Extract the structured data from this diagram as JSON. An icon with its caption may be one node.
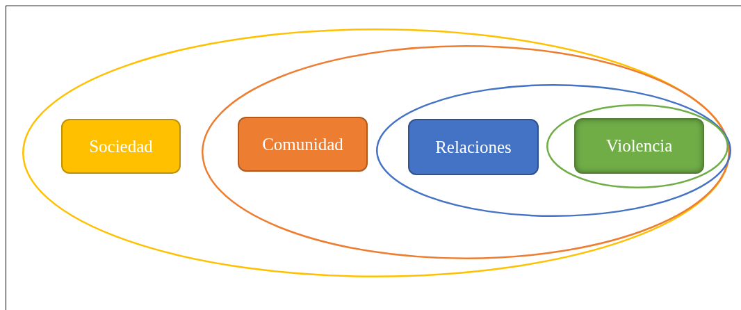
{
  "diagram": {
    "nodes": [
      {
        "text": [],
        "shape": "ellipse"
      },
      {
        "text": [
          "Sociedad"
        ],
        "in": 0
      },
      {
        "text": [],
        "shape": "ellipse",
        "in": 0
      },
      {
        "text": [
          "Comunidad"
        ],
        "in": 2
      },
      {
        "text": [],
        "shape": "ellipse",
        "in": 2
      },
      {
        "text": [
          "Relaciones"
        ],
        "in": 4
      },
      {
        "text": [],
        "shape": "ellipse",
        "in": 4
      },
      {
        "text": [
          "Violencia"
        ],
        "in": 6
      }
    ],
    "edges": []
  }
}
